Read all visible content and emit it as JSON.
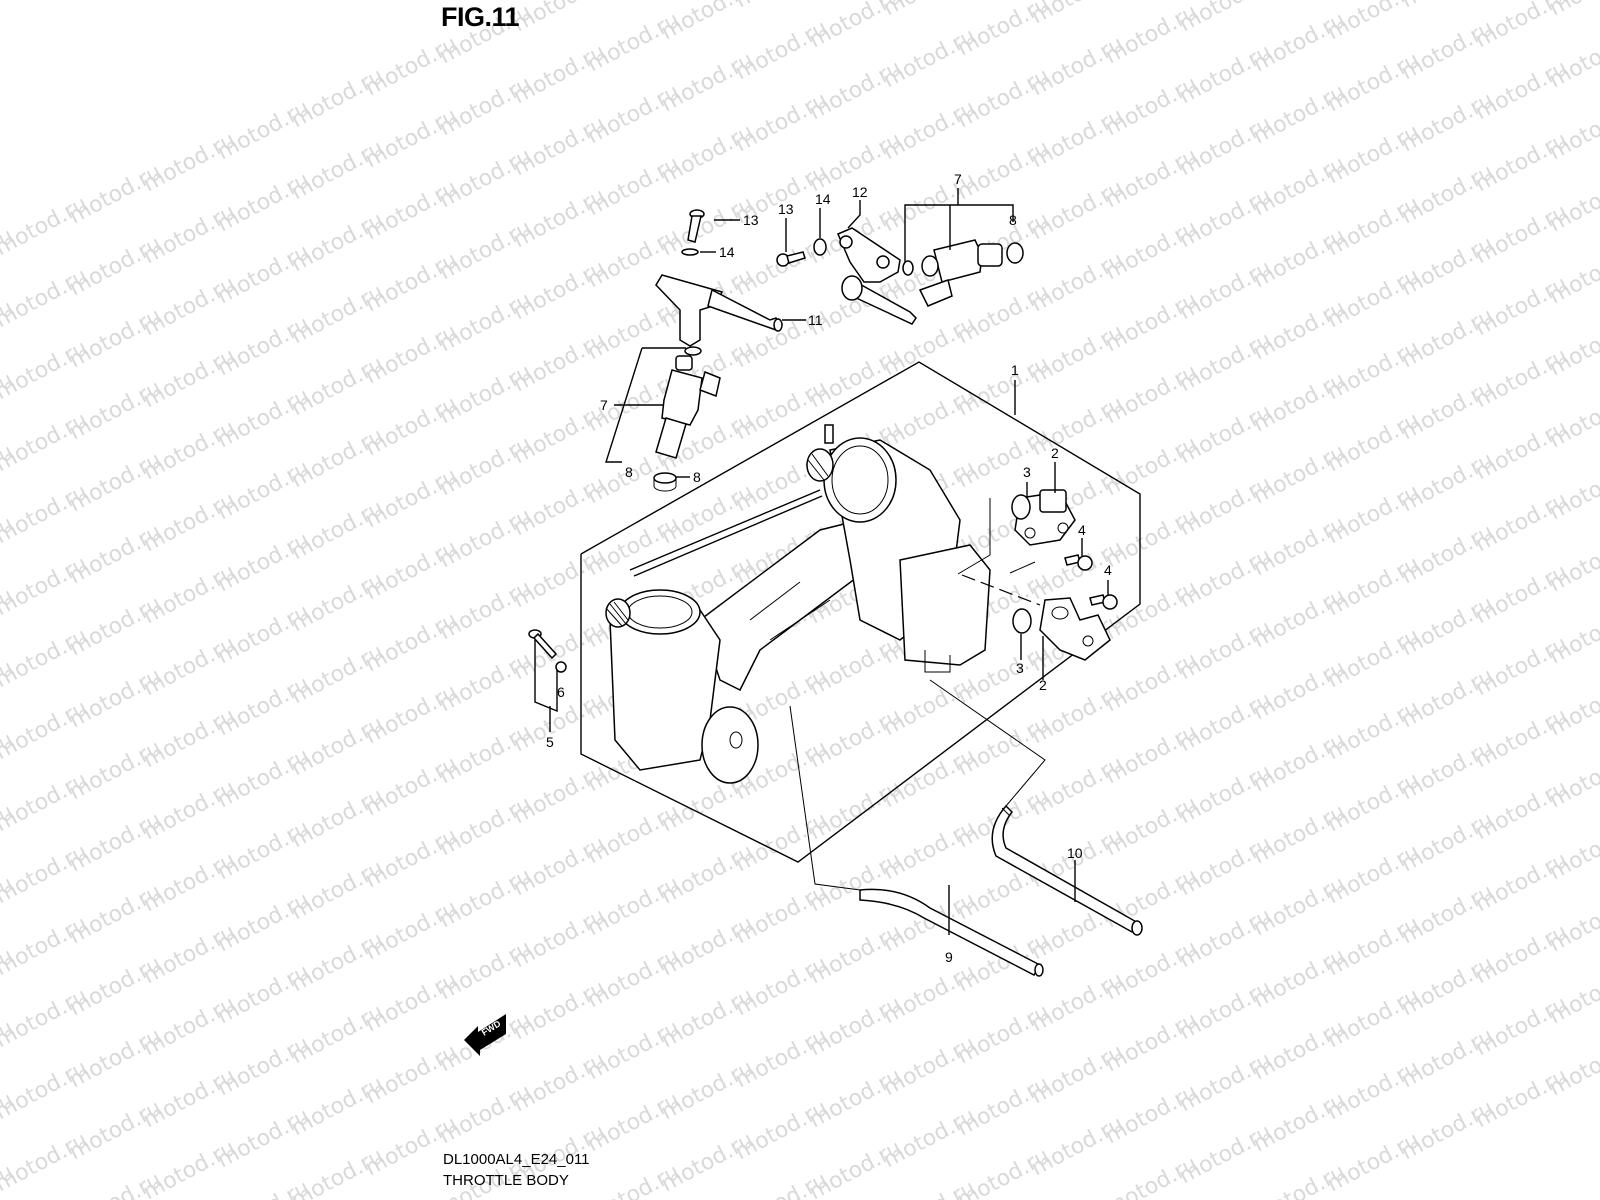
{
  "figure": {
    "title": "FIG.11",
    "model_code": "DL1000AL4_E24_011",
    "section_name": "THROTTLE BODY"
  },
  "watermark": {
    "text": "motod.ru",
    "color": "#d9d9d9"
  },
  "direction_marker": {
    "label": "FWD",
    "icon": "arrow-left-icon"
  },
  "callouts": [
    {
      "id": "c1",
      "ref": "1",
      "part": "throttle-body-assembly"
    },
    {
      "id": "c2a",
      "ref": "2",
      "part": "throttle-position-sensor"
    },
    {
      "id": "c2b",
      "ref": "2",
      "part": "throttle-position-sensor"
    },
    {
      "id": "c3a",
      "ref": "3",
      "part": "o-ring"
    },
    {
      "id": "c3b",
      "ref": "3",
      "part": "o-ring"
    },
    {
      "id": "c4a",
      "ref": "4",
      "part": "screw"
    },
    {
      "id": "c4b",
      "ref": "4",
      "part": "screw"
    },
    {
      "id": "c5",
      "ref": "5",
      "part": "screw-set"
    },
    {
      "id": "c6",
      "ref": "6",
      "part": "washer"
    },
    {
      "id": "c7a",
      "ref": "7",
      "part": "fuel-injector"
    },
    {
      "id": "c7b",
      "ref": "7",
      "part": "fuel-injector"
    },
    {
      "id": "c8a",
      "ref": "8",
      "part": "injector-seal"
    },
    {
      "id": "c8b",
      "ref": "8",
      "part": "injector-seal"
    },
    {
      "id": "c8c",
      "ref": "8",
      "part": "injector-seal"
    },
    {
      "id": "c9",
      "ref": "9",
      "part": "hose"
    },
    {
      "id": "c10",
      "ref": "10",
      "part": "hose"
    },
    {
      "id": "c11",
      "ref": "11",
      "part": "fuel-delivery-pipe"
    },
    {
      "id": "c12",
      "ref": "12",
      "part": "fuel-delivery-pipe"
    },
    {
      "id": "c13a",
      "ref": "13",
      "part": "bolt"
    },
    {
      "id": "c13b",
      "ref": "13",
      "part": "bolt"
    },
    {
      "id": "c14a",
      "ref": "14",
      "part": "washer"
    },
    {
      "id": "c14b",
      "ref": "14",
      "part": "washer"
    }
  ]
}
